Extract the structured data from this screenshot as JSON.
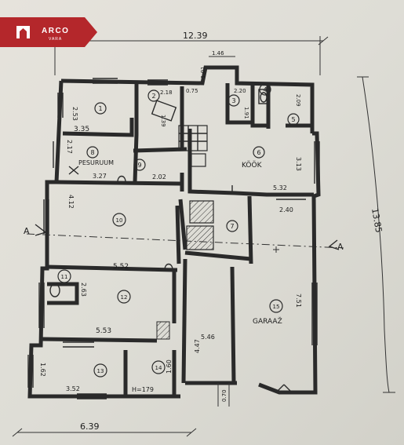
{
  "brand": {
    "name": "ARCO",
    "sub": "VARA",
    "color": "#b4272b",
    "icon": "house-icon"
  },
  "plan": {
    "top_width": "12.39",
    "bottom_width": "6.39",
    "total_height": "13.85",
    "section_left": "A",
    "section_right": "A",
    "dims": {
      "d1_width": "3.35",
      "d1_height": "2.53",
      "d2_width": "2.18",
      "d2_height": "1.39",
      "d075": "0.75",
      "d146": "1.46",
      "d101": "1.01",
      "d3_width": "2.20",
      "d3_height": "1.91",
      "d209": "2.09",
      "d8_width": "3.27",
      "d8_height": "2.17",
      "d9_width": "2.02",
      "d6_width": "5.32",
      "d6_height": "3.13",
      "d10_width": "5.52",
      "d10_height": "4.12",
      "d240": "2.40",
      "d12_width": "5.53",
      "d12_height": "2.63",
      "d546": "5.46",
      "d447": "4.47",
      "d751": "7.51",
      "d13_width": "3.52",
      "d13_height": "1.62",
      "d14_height": "1.60",
      "d14_h": "H=179",
      "d070": "0.70"
    },
    "rooms": [
      {
        "n": "1",
        "name": ""
      },
      {
        "n": "2",
        "name": ""
      },
      {
        "n": "3",
        "name": ""
      },
      {
        "n": "4",
        "name": ""
      },
      {
        "n": "5",
        "name": ""
      },
      {
        "n": "6",
        "name": "KÖÖK"
      },
      {
        "n": "7",
        "name": ""
      },
      {
        "n": "8",
        "name": "PESURUUM"
      },
      {
        "n": "9",
        "name": ""
      },
      {
        "n": "10",
        "name": ""
      },
      {
        "n": "11",
        "name": ""
      },
      {
        "n": "12",
        "name": ""
      },
      {
        "n": "13",
        "name": ""
      },
      {
        "n": "14",
        "name": ""
      },
      {
        "n": "15",
        "name": "GARAAŽ"
      }
    ]
  }
}
